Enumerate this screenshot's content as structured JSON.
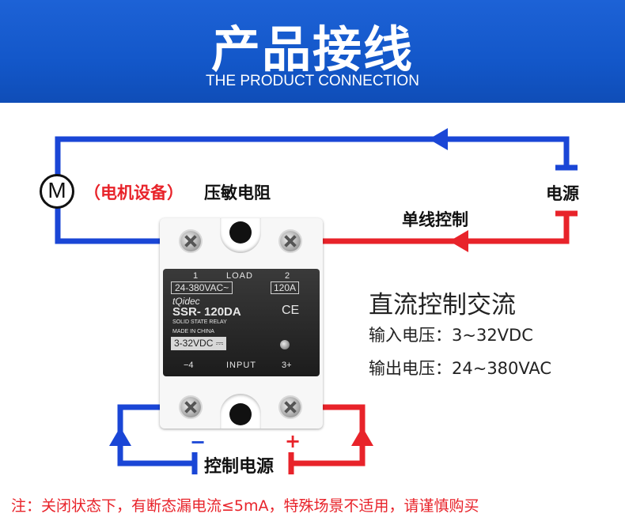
{
  "banner": {
    "title": "产品接线",
    "subtitle": "THE PRODUCT CONNECTION"
  },
  "labels": {
    "motor_symbol": "M",
    "motor": "（电机设备）",
    "varistor": "压敏电阻",
    "power": "电源",
    "single_wire_control": "单线控制",
    "control_power": "控制电源",
    "minus": "−",
    "plus": "+"
  },
  "relay": {
    "load_pin_left": "1",
    "load_label": "LOAD",
    "load_pin_right": "2",
    "voltage_range": "24-380VAC~",
    "current": "120A",
    "brand": "tQidec",
    "model": "SSR- 120DA",
    "ce_mark": "CE",
    "type": "SOLID STATE RELAY",
    "origin": "MADE IN CHINA",
    "input_voltage": "3-32VDC ⎓",
    "input_pin_left": "−4",
    "input_label": "INPUT",
    "input_pin_right": "3+"
  },
  "info": {
    "heading": "直流控制交流",
    "input_voltage": "输入电压：3~32VDC",
    "output_voltage": "输出电压：24~380VAC"
  },
  "note": "注：关闭状态下，有断态漏电流≤5mA，特殊场景不适用，请谨慎购买",
  "colors": {
    "banner": "#1357c9",
    "blue_wire": "#1a46d6",
    "red_wire": "#e8232a"
  }
}
